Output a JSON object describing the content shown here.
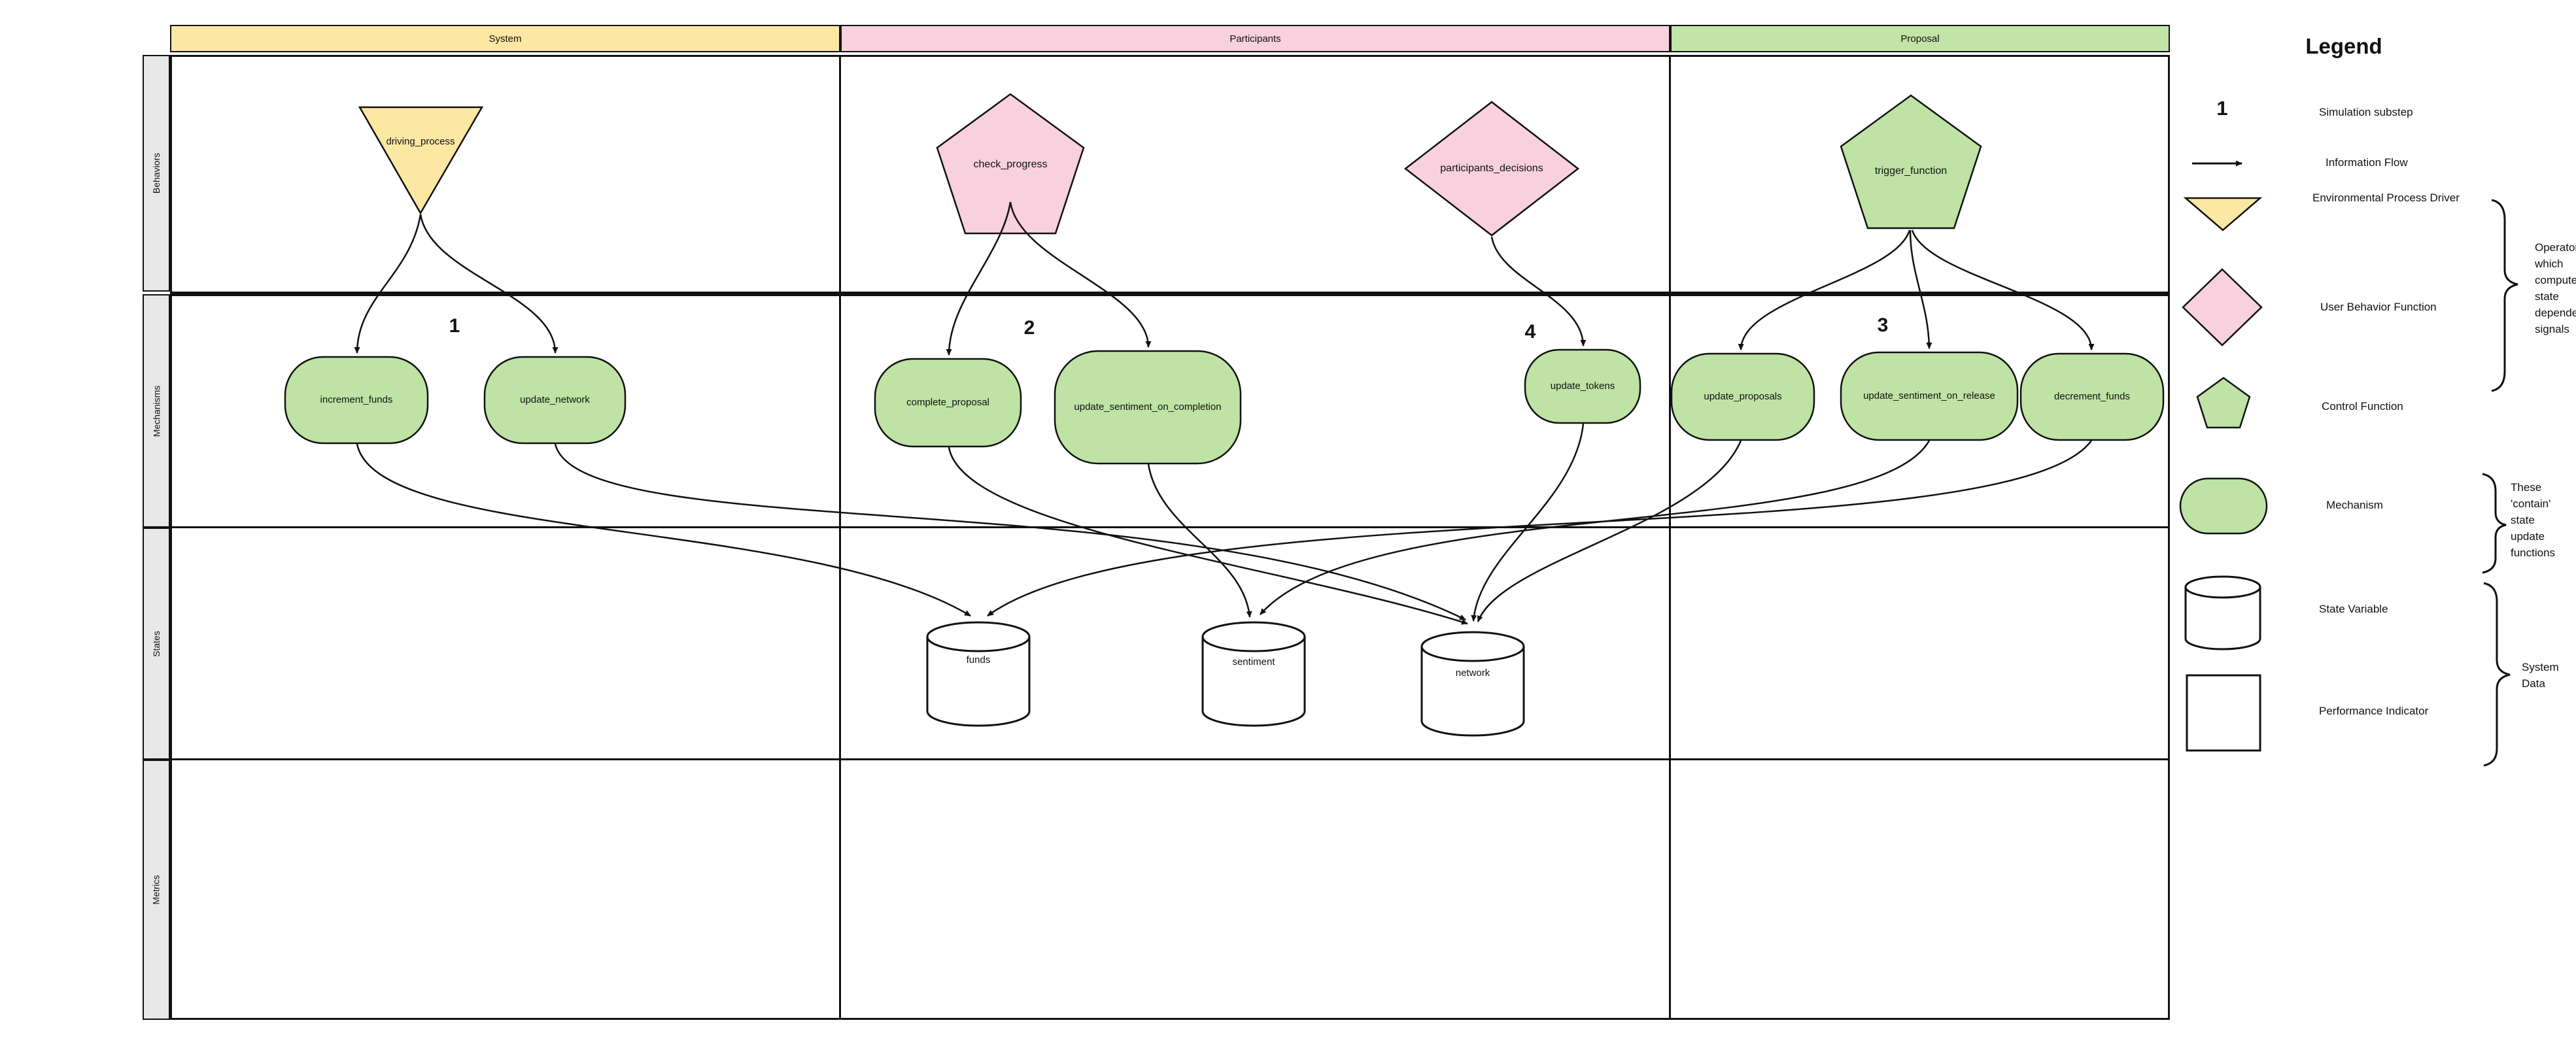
{
  "header": {
    "columns": [
      {
        "label": "System",
        "color": "#FCE7A3"
      },
      {
        "label": "Participants",
        "color": "#F8D0DE"
      },
      {
        "label": "Proposal",
        "color": "#C2E4A6"
      }
    ]
  },
  "rows": {
    "labels": [
      "Behaviors",
      "Mechanisms",
      "States",
      "Metrics"
    ]
  },
  "colors": {
    "node_yellow": "#FCE7A3",
    "node_pink": "#F8D0DE",
    "node_green": "#BEE3A4",
    "row_label_bg": "#E8E8E8",
    "line": "#111111",
    "state_fill": "#ffffff"
  },
  "behaviors": [
    {
      "label": "driving_process",
      "shape": "triangle-down",
      "column": "System"
    },
    {
      "label": "check_progress",
      "shape": "pentagon",
      "column": "Participants"
    },
    {
      "label": "participants_decisions",
      "shape": "diamond",
      "column": "Participants"
    },
    {
      "label": "trigger_function",
      "shape": "pentagon",
      "column": "Proposal"
    }
  ],
  "substeps": [
    {
      "value": "1",
      "column": "System"
    },
    {
      "value": "2",
      "column": "Participants"
    },
    {
      "value": "4",
      "column": "Participants"
    },
    {
      "value": "3",
      "column": "Proposal"
    }
  ],
  "mechanisms": [
    {
      "label": "increment_funds"
    },
    {
      "label": "update_network"
    },
    {
      "label": "complete_proposal"
    },
    {
      "label": "update_sentiment_on_completion"
    },
    {
      "label": "update_tokens"
    },
    {
      "label": "update_proposals"
    },
    {
      "label": "update_sentiment_on_release"
    },
    {
      "label": "decrement_funds"
    }
  ],
  "states": [
    {
      "label": "funds"
    },
    {
      "label": "sentiment"
    },
    {
      "label": "network"
    }
  ],
  "edges": [
    {
      "from": "driving_process",
      "to": "increment_funds"
    },
    {
      "from": "driving_process",
      "to": "update_network"
    },
    {
      "from": "check_progress",
      "to": "complete_proposal"
    },
    {
      "from": "check_progress",
      "to": "update_sentiment_on_completion"
    },
    {
      "from": "participants_decisions",
      "to": "update_tokens"
    },
    {
      "from": "trigger_function",
      "to": "update_proposals"
    },
    {
      "from": "trigger_function",
      "to": "update_sentiment_on_release"
    },
    {
      "from": "trigger_function",
      "to": "decrement_funds"
    },
    {
      "from": "increment_funds",
      "to": "funds"
    },
    {
      "from": "decrement_funds",
      "to": "funds"
    },
    {
      "from": "update_sentiment_on_completion",
      "to": "sentiment"
    },
    {
      "from": "update_sentiment_on_release",
      "to": "sentiment"
    },
    {
      "from": "update_network",
      "to": "network"
    },
    {
      "from": "update_tokens",
      "to": "network"
    },
    {
      "from": "complete_proposal",
      "to": "network"
    },
    {
      "from": "update_proposals",
      "to": "network"
    }
  ],
  "legend": {
    "title": "Legend",
    "number_symbol": "1",
    "items": [
      {
        "icon": "number",
        "label": "Simulation substep"
      },
      {
        "icon": "arrow",
        "label": "Information Flow"
      },
      {
        "icon": "triangle-down",
        "label": "Environmental Process Driver"
      },
      {
        "icon": "diamond",
        "label": "User Behavior Function"
      },
      {
        "icon": "pentagon",
        "label": "Control Function"
      },
      {
        "icon": "stadium",
        "label": "Mechanism"
      },
      {
        "icon": "cylinder",
        "label": "State Variable"
      },
      {
        "icon": "square",
        "label": "Performance Indicator"
      }
    ],
    "annotations": [
      {
        "text": "Operators which compute state dependent signals"
      },
      {
        "text": "These 'contain' state update functions"
      },
      {
        "text": "System Data"
      }
    ]
  }
}
